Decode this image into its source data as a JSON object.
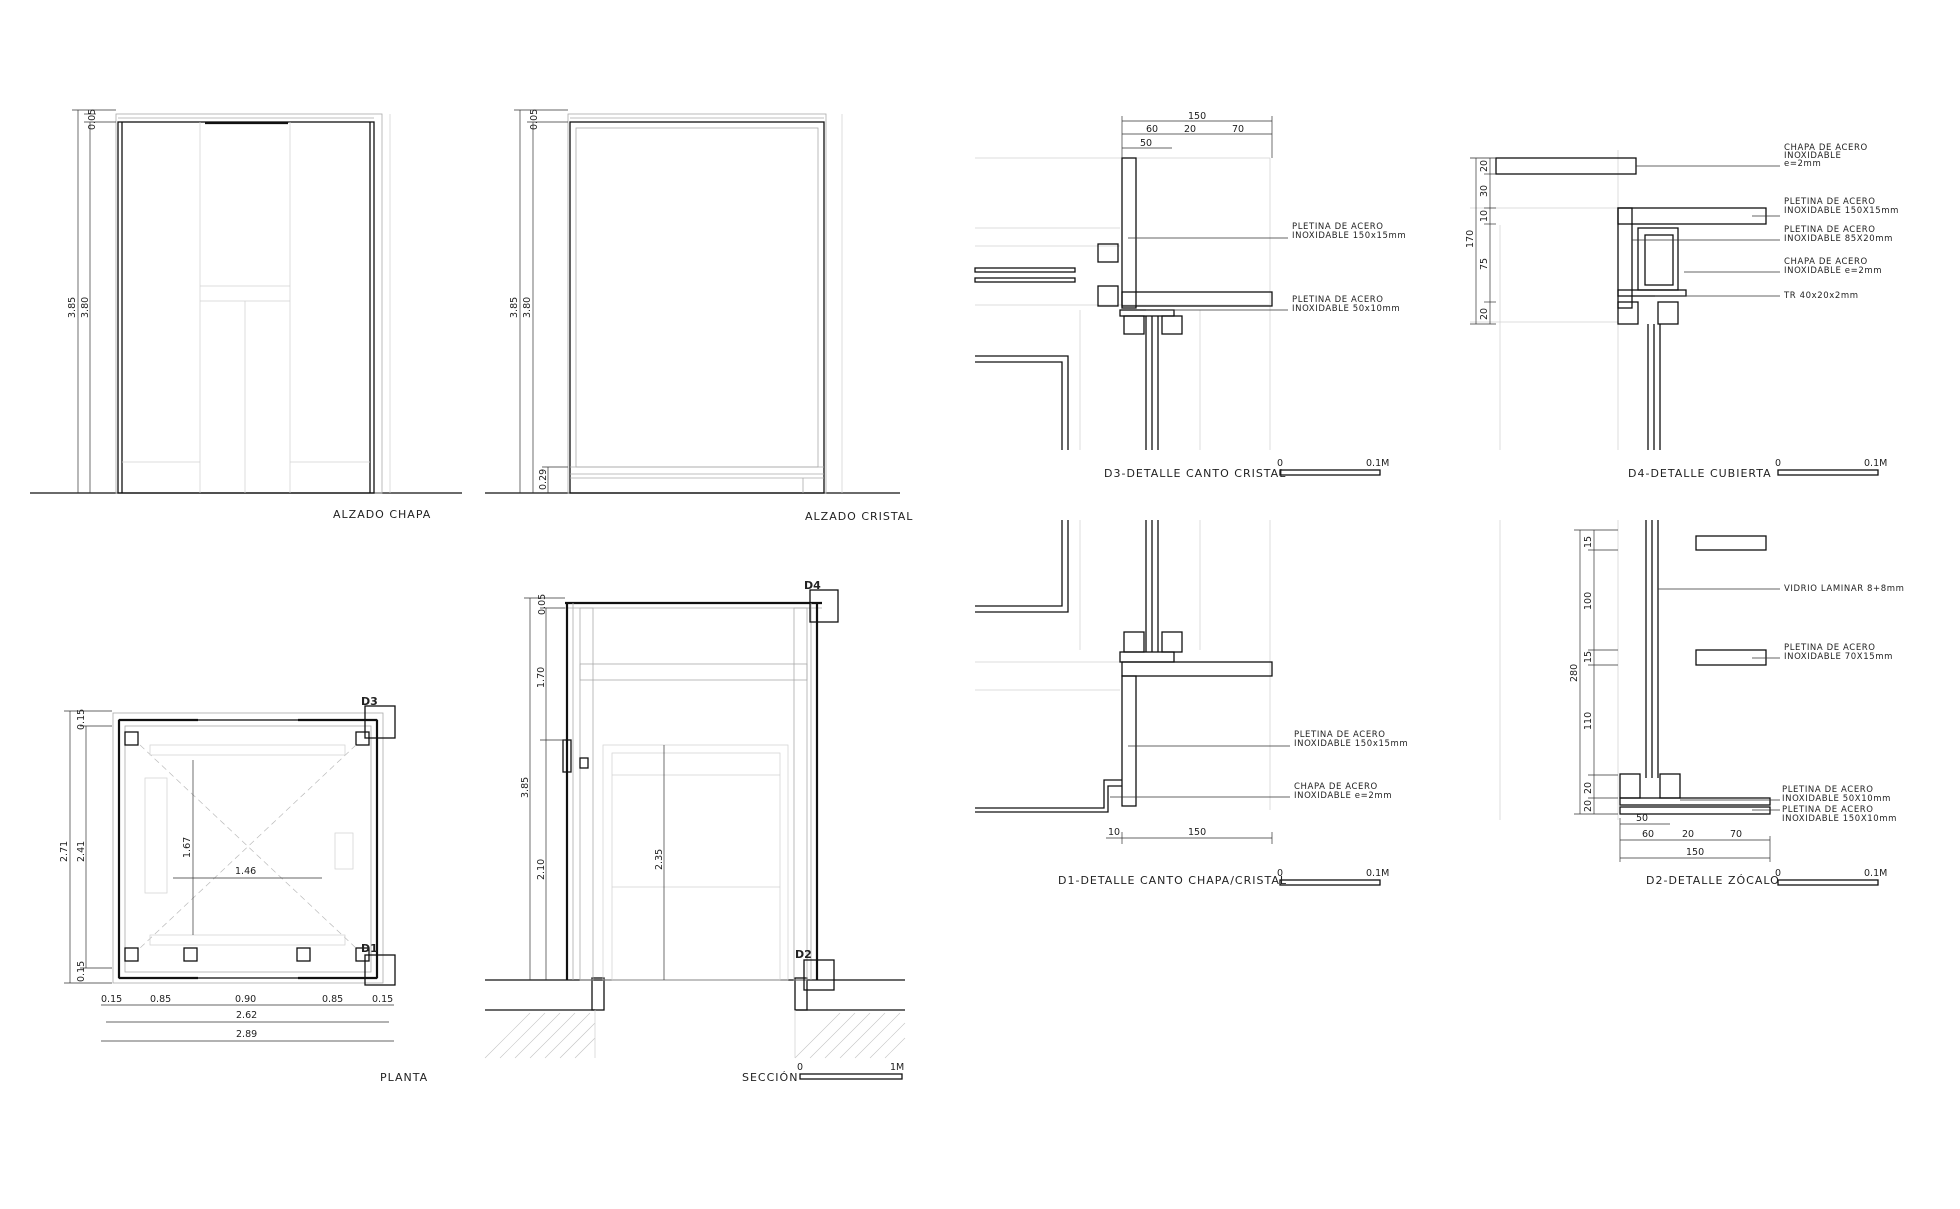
{
  "drawings": {
    "alzado_chapa": {
      "title": "ALZADO CHAPA",
      "dims": [
        "0.05",
        "3.85",
        "3.80"
      ]
    },
    "alzado_cristal": {
      "title": "ALZADO CRISTAL",
      "dims": [
        "0.05",
        "3.85",
        "3.80",
        "0.29"
      ]
    },
    "planta": {
      "title": "PLANTA",
      "tags": [
        "D3",
        "D1"
      ],
      "dims_left": [
        "0.15",
        "2.71",
        "2.41",
        "0.15"
      ],
      "dims_inner": [
        "1.67",
        "1.46"
      ],
      "dims_bottom_row": [
        "0.15",
        "0.85",
        "0.90",
        "0.85",
        "0.15"
      ],
      "dims_bottom_total_1": "2.62",
      "dims_bottom_total_2": "2.89"
    },
    "seccion": {
      "title": "SECCIÓN",
      "tags": [
        "D4",
        "D2"
      ],
      "dims": [
        "0.05",
        "1.70",
        "3.85",
        "2.10",
        "2.35"
      ],
      "scale": {
        "start": "0",
        "end": "1M"
      }
    },
    "d3": {
      "title": "D3-DETALLE CANTO CRISTAL",
      "dims_top": [
        "150",
        "60",
        "20",
        "70",
        "50"
      ],
      "notes": [
        [
          "PLETINA DE ACERO",
          "INOXIDABLE 150x15mm"
        ],
        [
          "PLETINA DE ACERO",
          "INOXIDABLE 50x10mm"
        ]
      ],
      "scale": {
        "start": "0",
        "end": "0.1M"
      }
    },
    "d4": {
      "title": "D4-DETALLE CUBIERTA",
      "dims_left": [
        "20",
        "30",
        "170",
        "10",
        "75",
        "20"
      ],
      "notes": [
        [
          "CHAPA DE ACERO",
          "INOXIDABLE",
          "e=2mm"
        ],
        [
          "PLETINA DE ACERO",
          "INOXIDABLE 150X15mm"
        ],
        [
          "PLETINA DE ACERO",
          "INOXIDABLE 85X20mm"
        ],
        [
          "CHAPA DE ACERO",
          "INOXIDABLE e=2mm"
        ],
        [
          "TR 40x20x2mm"
        ]
      ],
      "scale": {
        "start": "0",
        "end": "0.1M"
      }
    },
    "d1": {
      "title": "D1-DETALLE CANTO CHAPA/CRISTAL",
      "dims_bottom": [
        "10",
        "150"
      ],
      "notes": [
        [
          "PLETINA DE ACERO",
          "INOXIDABLE 150x15mm"
        ],
        [
          "CHAPA DE ACERO",
          "INOXIDABLE e=2mm"
        ]
      ],
      "scale": {
        "start": "0",
        "end": "0.1M"
      }
    },
    "d2": {
      "title": "D2-DETALLE ZÓCALO",
      "dims_left": [
        "15",
        "100",
        "280",
        "15",
        "110",
        "20",
        "20"
      ],
      "dims_bottom": [
        "50",
        "60",
        "20",
        "70",
        "150"
      ],
      "notes": [
        [
          "VIDRIO LAMINAR 8+8mm"
        ],
        [
          "PLETINA DE ACERO",
          "INOXIDABLE  70X15mm"
        ],
        [
          "PLETINA DE ACERO",
          "INOXIDABLE 50X10mm"
        ],
        [
          "PLETINA DE ACERO",
          "INOXIDABLE 150X10mm"
        ]
      ],
      "scale": {
        "start": "0",
        "end": "0.1M"
      }
    }
  }
}
